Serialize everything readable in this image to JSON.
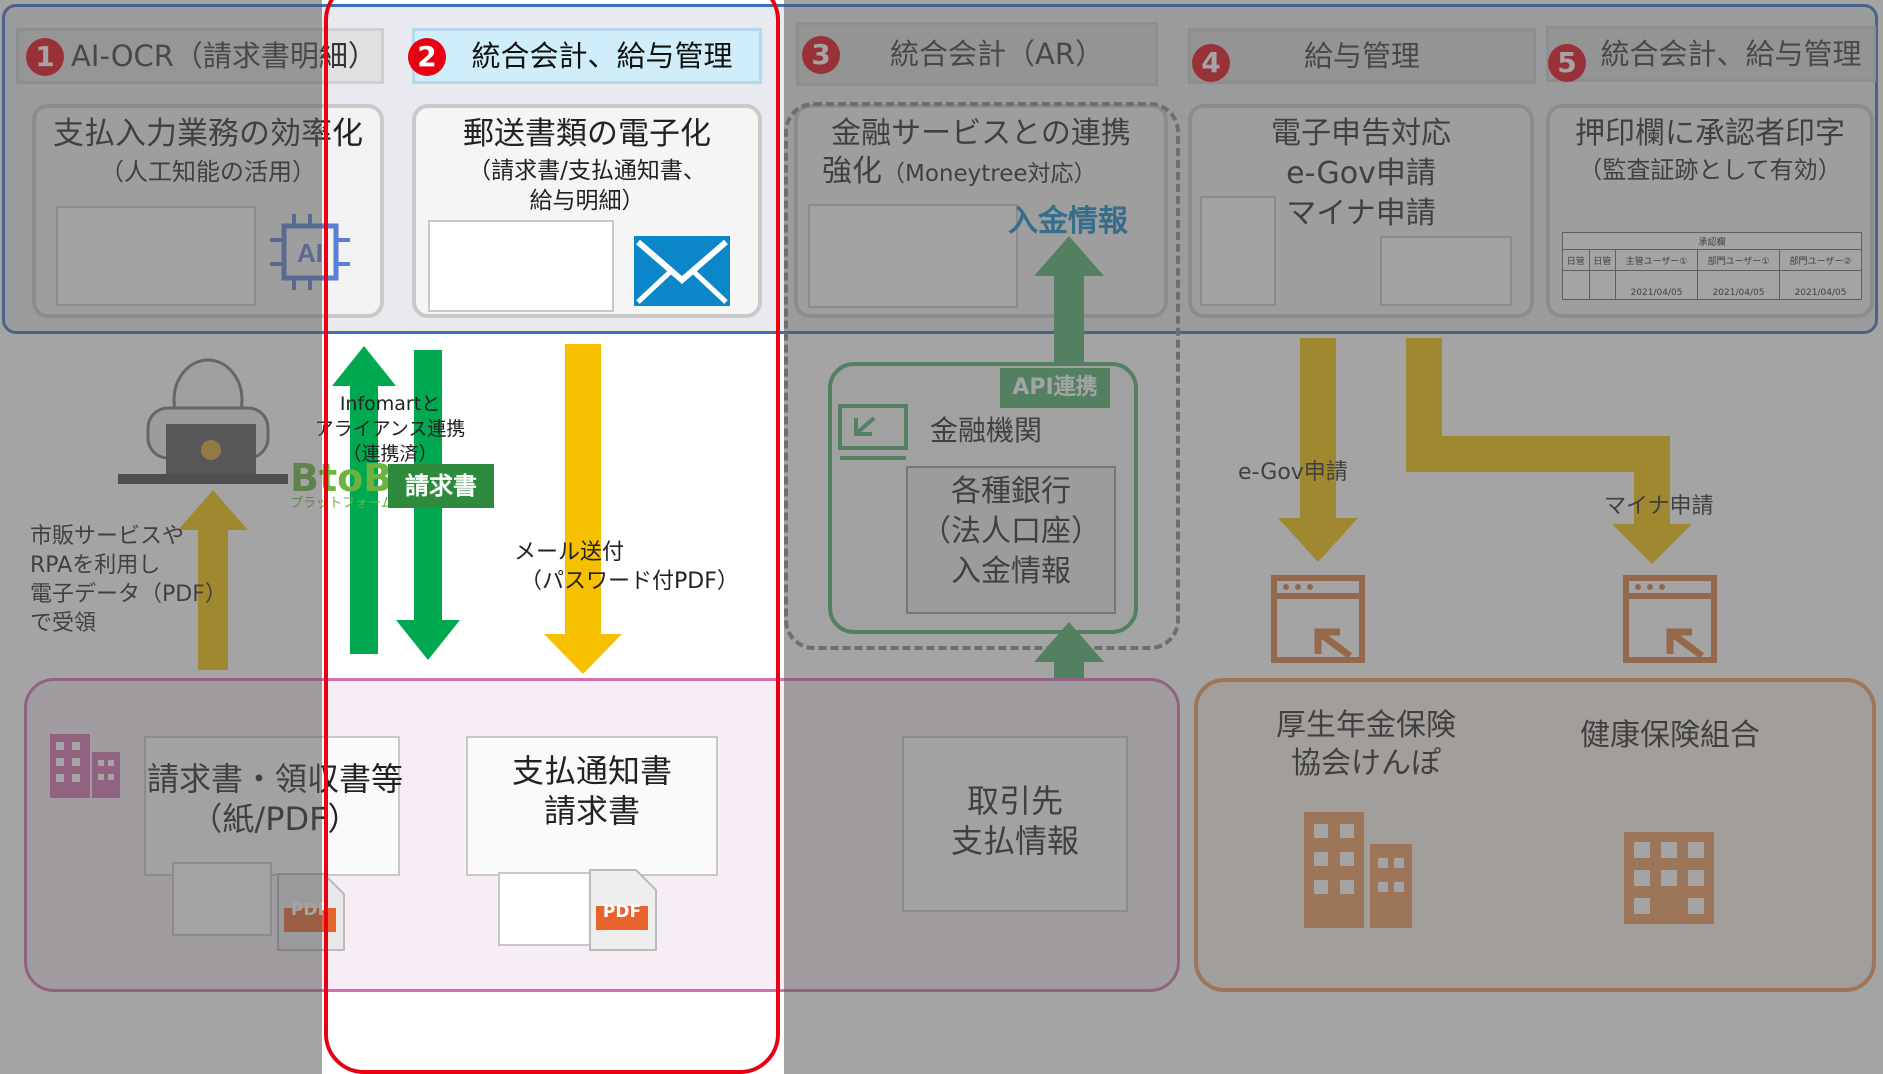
{
  "columns": [
    {
      "number": "1",
      "header": "AI-OCR（請求書明細）",
      "card_title": "支払入力業務の効率化",
      "card_sub": "（人工知能の活用）"
    },
    {
      "number": "2",
      "header": "統合会計、給与管理",
      "card_title": "郵送書類の電子化",
      "card_sub_1": "（請求書/支払通知書、",
      "card_sub_2": "給与明細）"
    },
    {
      "number": "3",
      "header": "統合会計（AR）",
      "card_title_1": "金融サービスとの連携",
      "card_title_2": "強化",
      "card_sub": "（Moneytree対応）",
      "card_highlight": "入金情報"
    },
    {
      "number": "4",
      "header": "給与管理",
      "card_line_1": "電子申告対応",
      "card_line_2": "e-Gov申請",
      "card_line_3": "マイナ申請"
    },
    {
      "number": "5",
      "header": "統合会計、給与管理",
      "card_title": "押印欄に承認者印字",
      "card_sub": "（監査証跡として有効）",
      "stamp_header": "承認欄",
      "stamp_cols": [
        "日管",
        "日管",
        "主管ユーザー①",
        "部門ユーザー①",
        "部門ユーザー②"
      ],
      "stamp_dates": [
        "",
        "",
        "2021/04/05",
        "2021/04/05",
        "2021/04/05"
      ]
    }
  ],
  "flow_labels": {
    "infomart_1": "Infomartと",
    "infomart_2": "アライアンス連携",
    "infomart_3": "（連携済）",
    "btob_logo_main": "BtoB",
    "btob_logo_sub": "プラットフォーム",
    "btob_badge": "請求書",
    "mail_1": "メール送付",
    "mail_2": "（パスワード付PDF）",
    "market_1": "市販サービスや",
    "market_2": "RPAを利用し",
    "market_3": "電子データ（PDF）",
    "market_4": "で受領",
    "api_badge": "API連携",
    "bank_title": "金融機関",
    "bank_doc_1": "各種銀行",
    "bank_doc_2": "（法人口座）",
    "bank_doc_3": "入金情報",
    "egov": "e-Gov申請",
    "myna": "マイナ申請"
  },
  "bottom": {
    "doc1_1": "請求書・領収書等",
    "doc1_2": "（紙/PDF）",
    "doc2_1": "支払通知書",
    "doc2_2": "請求書",
    "pdf_label": "PDF",
    "doc3_1": "取引先",
    "doc3_2": "支払情報",
    "org1_1": "厚生年金保険",
    "org1_2": "協会けんぽ",
    "org2": "健康保険組合"
  },
  "colors": {
    "highlight": "#e60012",
    "green": "#00a850",
    "yellow": "#f5c000",
    "blue": "#1f4faa",
    "pink": "#d46fb0",
    "orange": "#f09a5a",
    "teal": "#4fb06e"
  }
}
